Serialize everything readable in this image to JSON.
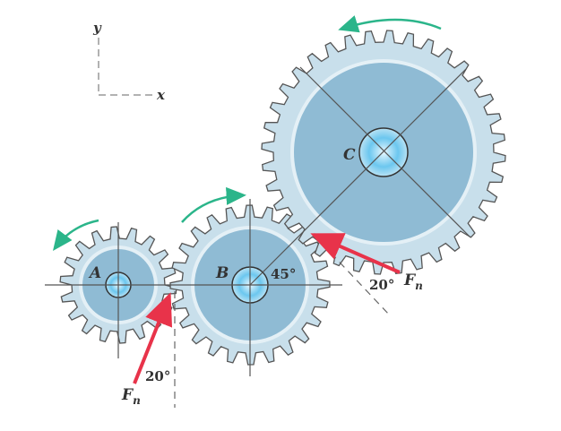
{
  "axes": {
    "y_label": "y",
    "x_label": "x"
  },
  "gears": [
    {
      "label": "A",
      "teeth": 18,
      "rotation": "counterclockwise"
    },
    {
      "label": "B",
      "teeth": 24,
      "rotation": "clockwise"
    },
    {
      "label": "C",
      "teeth": 36,
      "rotation": "counterclockwise"
    }
  ],
  "angles": {
    "line_of_centers": "45°",
    "pressure_angle_lower": "20°",
    "pressure_angle_upper": "20°"
  },
  "forces": {
    "lower": {
      "symbol": "F",
      "subscript": "n"
    },
    "upper": {
      "symbol": "F",
      "subscript": "n"
    }
  },
  "colors": {
    "force": "#e8334a",
    "rotation": "#2bb58a",
    "gear_body": "#c8dfeb",
    "gear_inner": "#8fbbd4",
    "gear_ring": "#e4f0f6"
  }
}
